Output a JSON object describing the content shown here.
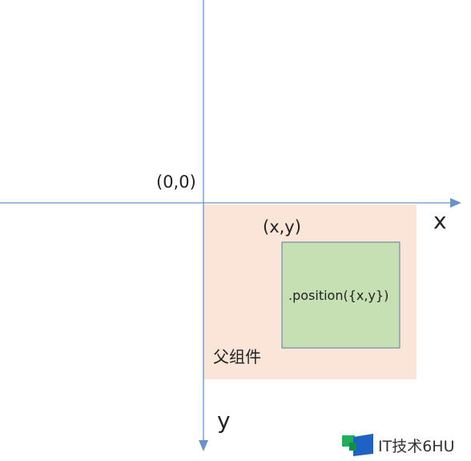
{
  "labels": {
    "origin": "(0,0)",
    "point": "(x,y)",
    "x_axis": "x",
    "y_axis": "y",
    "child_method": ".position({x,y})",
    "parent": "父组件"
  },
  "colors": {
    "axis": "#6a93c8",
    "parent_fill": "#fbe5d9",
    "child_fill": "#c6dfb3",
    "child_border": "#5b7aa5"
  },
  "watermark": {
    "text": "IT技术6HU"
  }
}
